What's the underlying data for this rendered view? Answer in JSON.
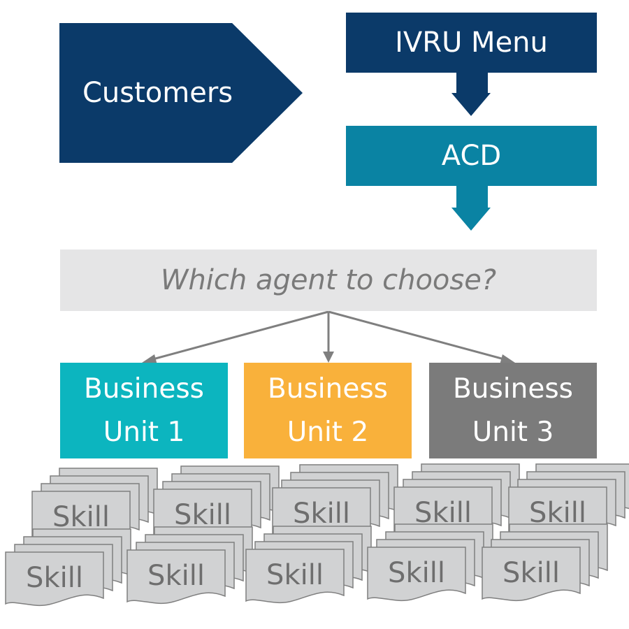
{
  "nodes": {
    "customers": "Customers",
    "ivru": "IVRU Menu",
    "acd": "ACD",
    "question": "Which agent to choose?",
    "business_units": [
      {
        "line1": "Business",
        "line2": "Unit 1",
        "color": "#0cb5bf"
      },
      {
        "line1": "Business",
        "line2": "Unit 2",
        "color": "#f9b13b"
      },
      {
        "line1": "Business",
        "line2": "Unit 3",
        "color": "#7b7b7b"
      }
    ],
    "skill_label": "Skill"
  },
  "colors": {
    "navy": "#0b3a69",
    "teal": "#0a83a3",
    "question_bg": "#e5e5e6",
    "question_text": "#7a7a7a",
    "skill_fill": "#d1d2d3",
    "skill_stroke": "#7f7f7f"
  }
}
